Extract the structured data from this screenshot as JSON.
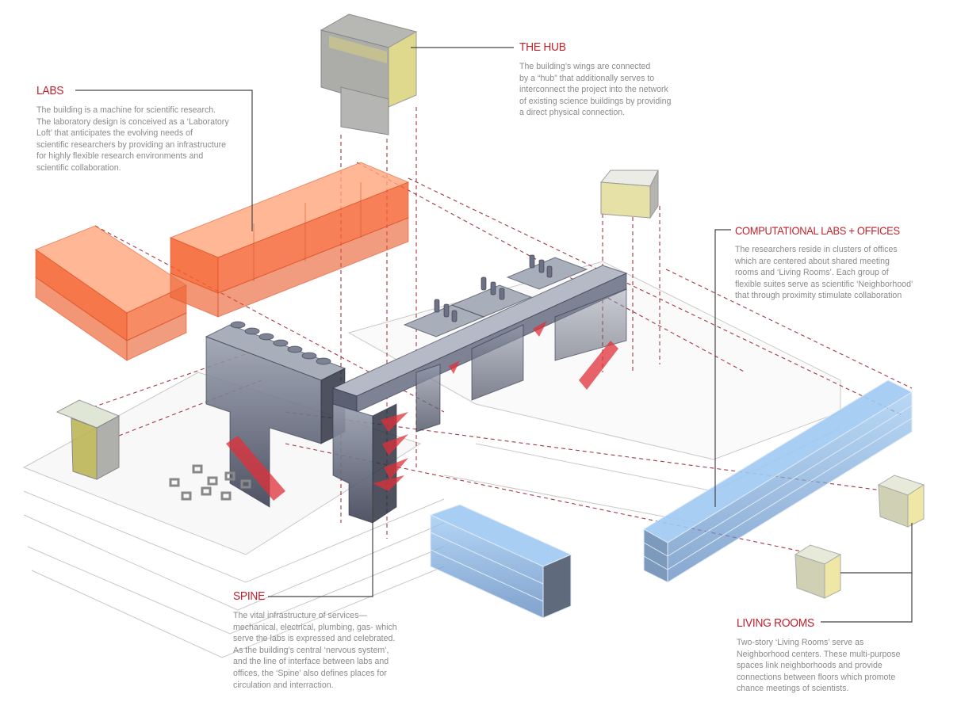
{
  "title": "Research Building Exploded Axonometric Diagram",
  "colors": {
    "heading": "#c0202a",
    "body_text": "#8a8a8a",
    "labs": "#f2561e",
    "spine": "#4e5466",
    "offices": "#4f8fd6",
    "hub": "#d9d27a",
    "circulation": "#e0303a",
    "leader_line": "#444444",
    "projection_line": "#a33a45"
  },
  "components": [
    {
      "id": "labs",
      "name": "Labs",
      "color": "orange"
    },
    {
      "id": "hub",
      "name": "The Hub",
      "color": "yellow-grey"
    },
    {
      "id": "spine",
      "name": "Spine",
      "color": "dark-grey"
    },
    {
      "id": "offices",
      "name": "Computational Labs + Offices",
      "color": "blue"
    },
    {
      "id": "living_rooms",
      "name": "Living Rooms",
      "color": "pale-yellow"
    }
  ],
  "labels": {
    "labs": {
      "heading": "LABS",
      "lines": [
        "The building is a machine for scientific research.",
        "The laboratory design is conceived as a ‘Laboratory",
        "Loft’ that anticipates the evolving needs of",
        "scientific researchers by providing an infrastructure",
        "for highly flexible research environments and",
        "scientific collaboration."
      ]
    },
    "hub": {
      "heading": "THE HUB",
      "lines": [
        "The building’s wings are connected",
        "by a “hub” that additionally serves to",
        "interconnect the project into the network",
        "of existing science buildings by providing",
        "a direct physical connection."
      ]
    },
    "offices": {
      "heading": "COMPUTATIONAL LABS + OFFICES",
      "lines": [
        "The researchers reside in clusters of offices",
        "which are centered about shared meeting",
        "rooms and ‘Living Rooms’. Each group of",
        "flexible suites serve as scientific ‘Neighborhood’",
        "that through proximity stimulate collaboration"
      ]
    },
    "spine": {
      "heading": "SPINE",
      "lines": [
        "The vital infrastructure of services—",
        "mechanical, electrical, plumbing, gas- which",
        "serve the labs is expressed and celebrated.",
        "As the  building’s central ‘nervous system’,",
        "and the line of interface between labs and",
        "offices, the ‘Spine’ also defines places for",
        "circulation and interraction."
      ]
    },
    "living_rooms": {
      "heading": "LIVING ROOMS",
      "lines": [
        "Two-story ‘Living Rooms’ serve as",
        "Neighborhood centers. These multi-purpose",
        "spaces  link neighborhoods and provide",
        "connections between floors which promote",
        "chance meetings of scientists."
      ]
    }
  }
}
